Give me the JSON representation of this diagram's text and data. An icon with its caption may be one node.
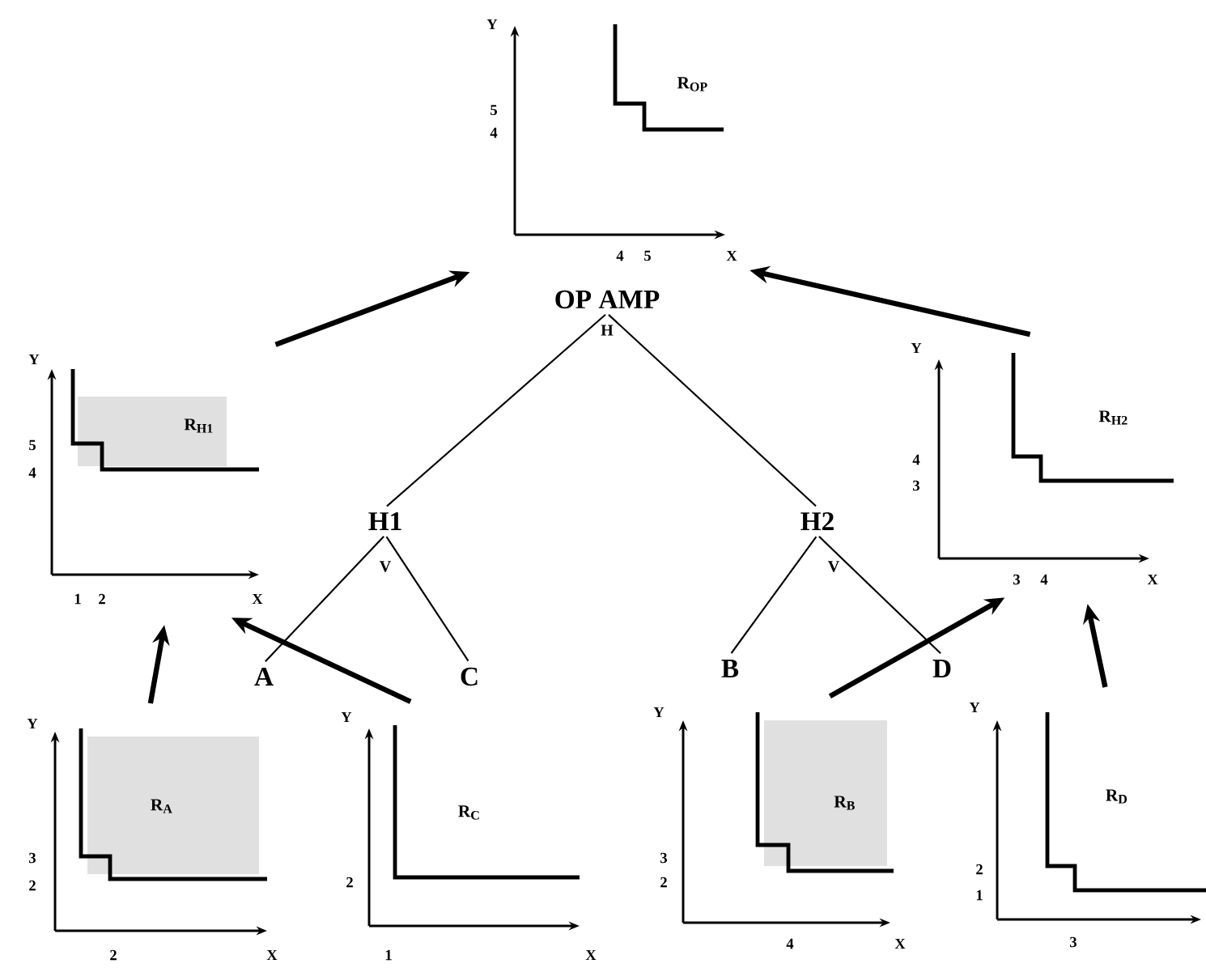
{
  "diagram": {
    "nodes": [
      {
        "text": [
          "R$_{OP}$"
        ],
        "beside": [
          "Y",
          "5",
          "4",
          "4",
          "5",
          "X"
        ]
      },
      {
        "text": [
          "OP AMP"
        ]
      },
      {
        "text": [
          "R$_{H1}$"
        ],
        "beside": [
          "Y",
          "5",
          "4",
          "1",
          "2",
          "X"
        ]
      },
      {
        "text": [
          "R$_{H2}$"
        ],
        "beside": [
          "Y",
          "4",
          "3",
          "3",
          "4",
          "X"
        ]
      },
      {
        "text": [
          "H1"
        ]
      },
      {
        "text": [
          "H2"
        ]
      },
      {
        "text": [
          "A"
        ]
      },
      {
        "text": [
          "C"
        ]
      },
      {
        "text": [
          "B"
        ]
      },
      {
        "text": [
          "D"
        ]
      },
      {
        "text": [
          "R$_{A}$"
        ],
        "beside": [
          "Y",
          "3",
          "2",
          "2",
          "X"
        ]
      },
      {
        "text": [
          "R$_{C}$"
        ],
        "beside": [
          "Y",
          "2",
          "1",
          "X"
        ]
      },
      {
        "text": [
          "R$_{B}$"
        ],
        "beside": [
          "Y",
          "3",
          "2",
          "4",
          "X"
        ]
      },
      {
        "text": [
          "R$_{D}$"
        ],
        "beside": [
          "Y",
          "2",
          "1",
          "3"
        ]
      }
    ],
    "edges": [
      {
        "from": 1,
        "to": 4,
        "arrow": "none"
      },
      {
        "from": 1,
        "to": 5,
        "arrow": "none"
      },
      {
        "from": 4,
        "to": 6,
        "arrow": "none"
      },
      {
        "from": 4,
        "to": 7,
        "arrow": "none"
      },
      {
        "from": 5,
        "to": 8,
        "arrow": "none"
      },
      {
        "from": 5,
        "to": 9,
        "arrow": "none"
      },
      {
        "from": 2,
        "to": 0,
        "arrow": "to",
        "style": "thick"
      },
      {
        "from": 3,
        "to": 0,
        "arrow": "to",
        "style": "thick"
      },
      {
        "from": 10,
        "to": 2,
        "arrow": "to",
        "style": "thick"
      },
      {
        "from": 11,
        "to": 2,
        "arrow": "to",
        "style": "thick"
      },
      {
        "from": 12,
        "to": 3,
        "arrow": "to",
        "style": "thick"
      },
      {
        "from": 13,
        "to": 3,
        "arrow": "to",
        "style": "thick"
      }
    ],
    "labels": [
      "H",
      "V",
      "V"
    ]
  }
}
